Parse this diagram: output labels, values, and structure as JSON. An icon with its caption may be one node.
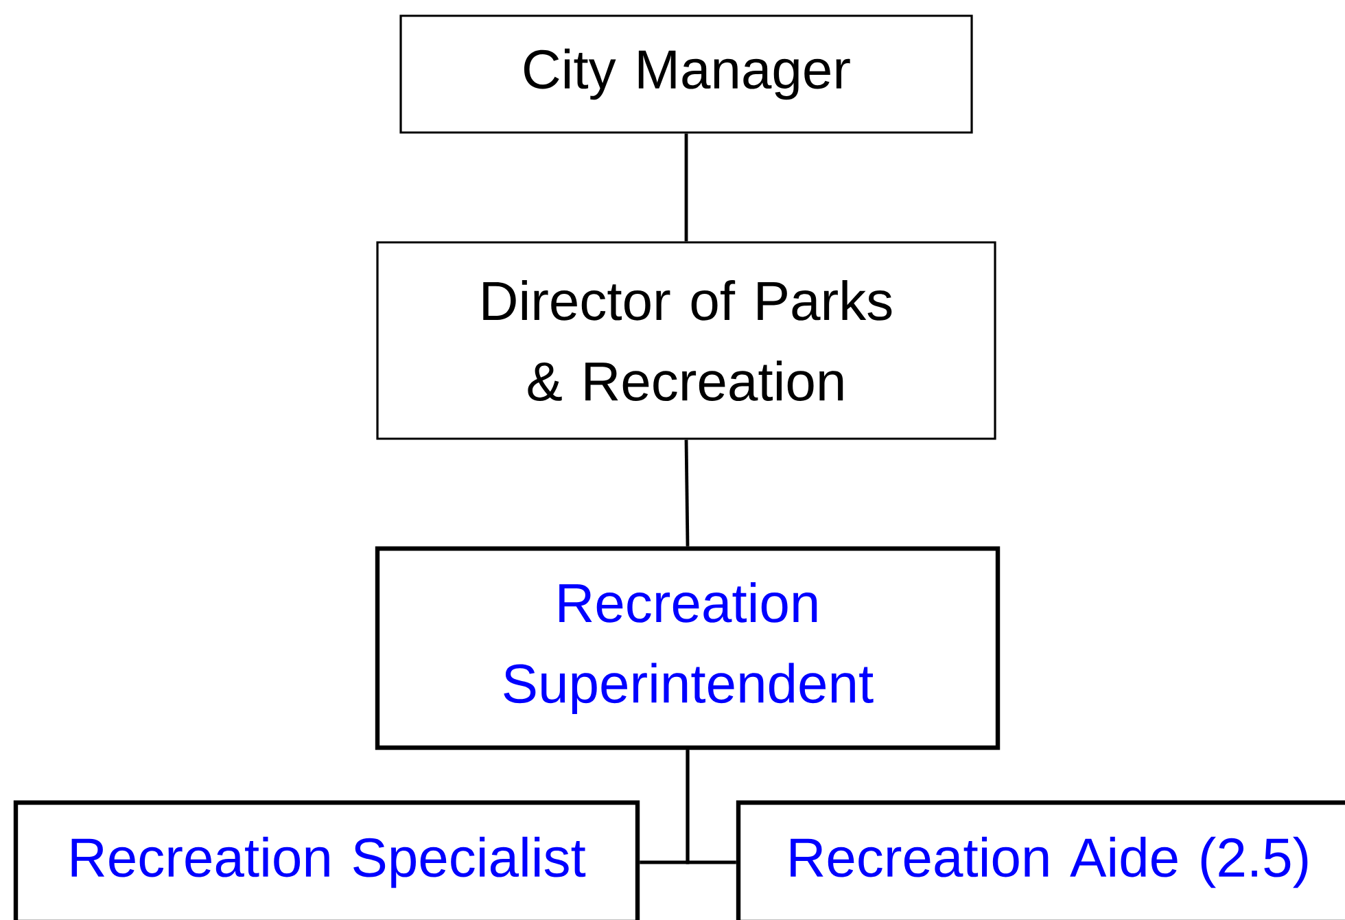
{
  "diagram": {
    "nodes": [
      {
        "text": [
          "City Manager"
        ]
      },
      {
        "text": [
          "Director of Parks & Recreation"
        ]
      },
      {
        "text": [
          "Recreation Superintendent"
        ]
      },
      {
        "text": [
          "Recreation Specialist"
        ]
      },
      {
        "text": [
          "Recreation Aide (2.5)"
        ]
      }
    ],
    "edges": [
      {
        "from": 0,
        "to": 1,
        "arrow": "none"
      },
      {
        "from": 1,
        "to": 2,
        "arrow": "none"
      },
      {
        "from": 2,
        "to": 3,
        "arrow": "none"
      },
      {
        "from": 2,
        "to": 4,
        "arrow": "none"
      }
    ]
  }
}
